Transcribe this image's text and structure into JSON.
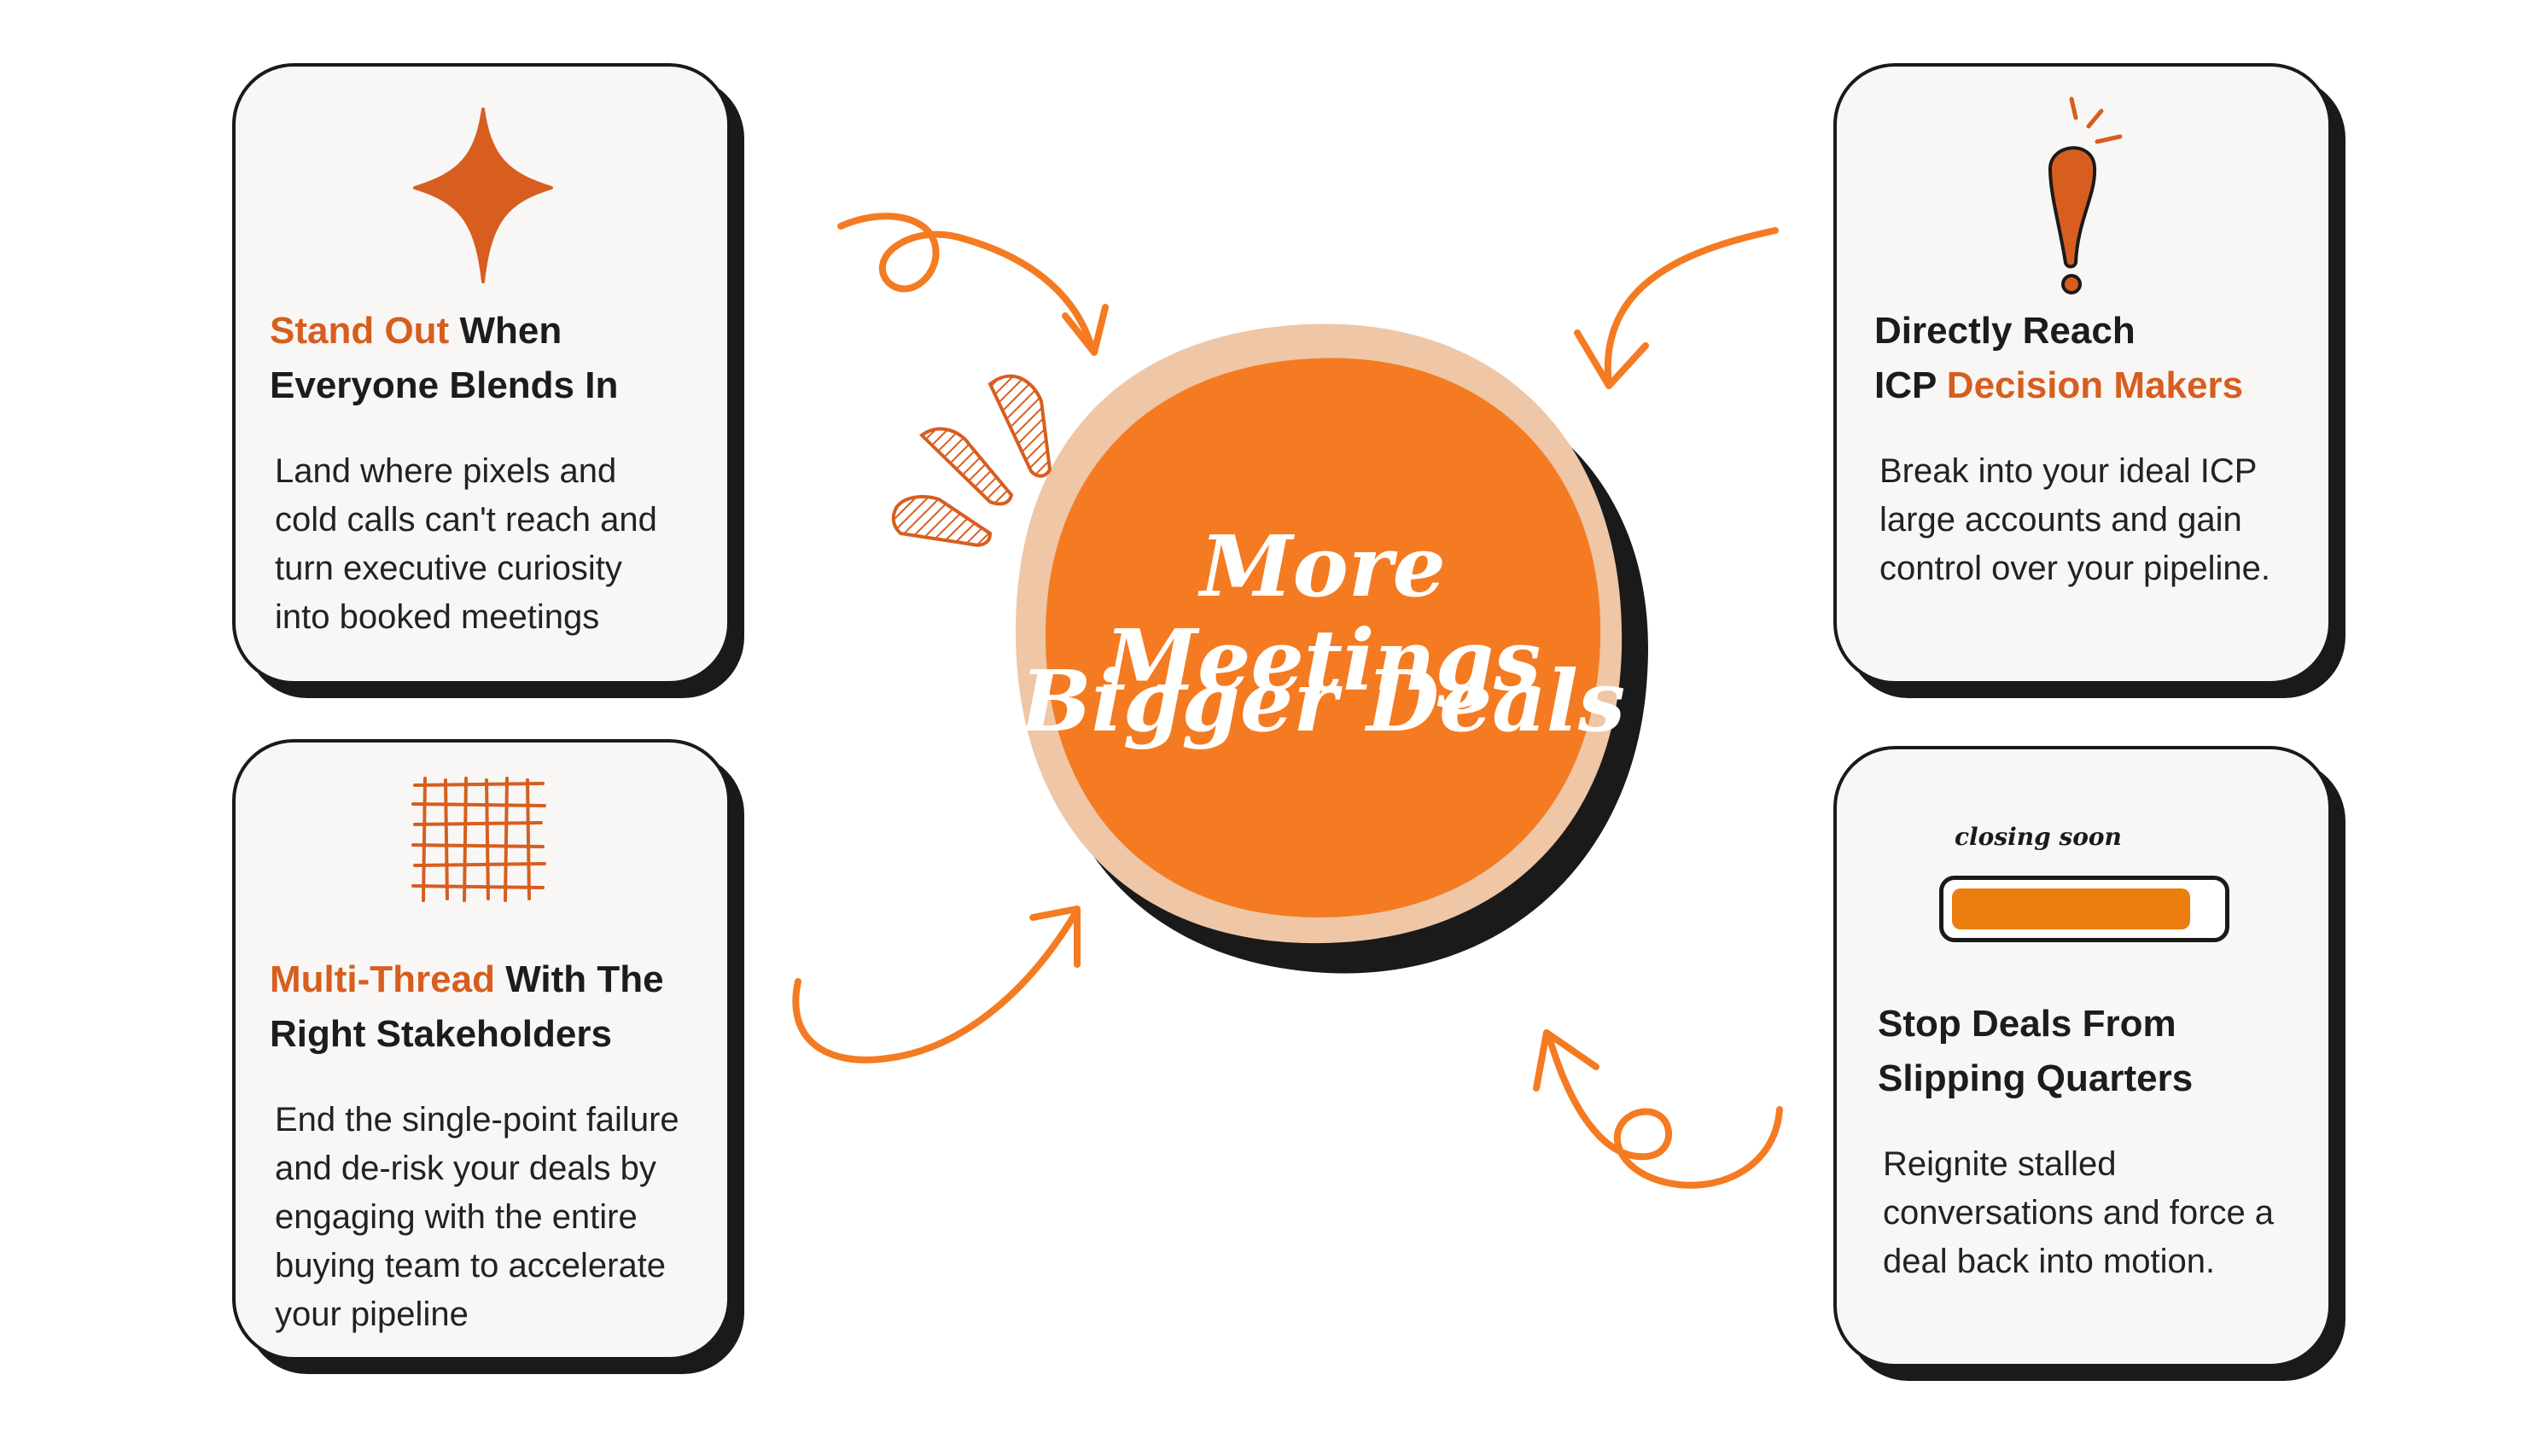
{
  "center": {
    "line1": "More Meetings",
    "line2": "Bigger Deals"
  },
  "cards": {
    "stand_out": {
      "icon": "sparkle-star-icon",
      "title_accent": "Stand Out",
      "title_rest": "When",
      "title_line2": "Everyone Blends In",
      "body": [
        "Land where pixels and",
        "cold calls can't reach and",
        "turn executive curiosity",
        "into booked meetings"
      ]
    },
    "multi_thread": {
      "icon": "grid-hatch-icon",
      "title_accent": "Multi-Thread",
      "title_rest": "With The",
      "title_line2": "Right Stakeholders",
      "body": [
        "End the single-point failure",
        "and de-risk your deals by",
        "engaging with the entire",
        "buying team to accelerate",
        "your pipeline"
      ]
    },
    "directly_reach": {
      "icon": "exclamation-icon",
      "title_line1": "Directly Reach",
      "title_prefix": "ICP",
      "title_accent": "Decision Makers",
      "body": [
        "Break into your ideal ICP",
        "large accounts and gain",
        "control over your pipeline."
      ]
    },
    "stop_deals": {
      "icon": "progress-bar-icon",
      "progress_label": "closing soon",
      "progress_fraction": 0.9,
      "title_line1": "Stop Deals From",
      "title_line2": "Slipping Quarters",
      "body": [
        "Reignite stalled",
        "conversations and force a",
        "deal back into motion."
      ]
    }
  },
  "colors": {
    "accent": "#d75e1f",
    "center_orange": "#f47b22",
    "center_ring": "#efc6a6",
    "outline": "#1a1a1a",
    "card_bg": "#f8f7f5"
  }
}
